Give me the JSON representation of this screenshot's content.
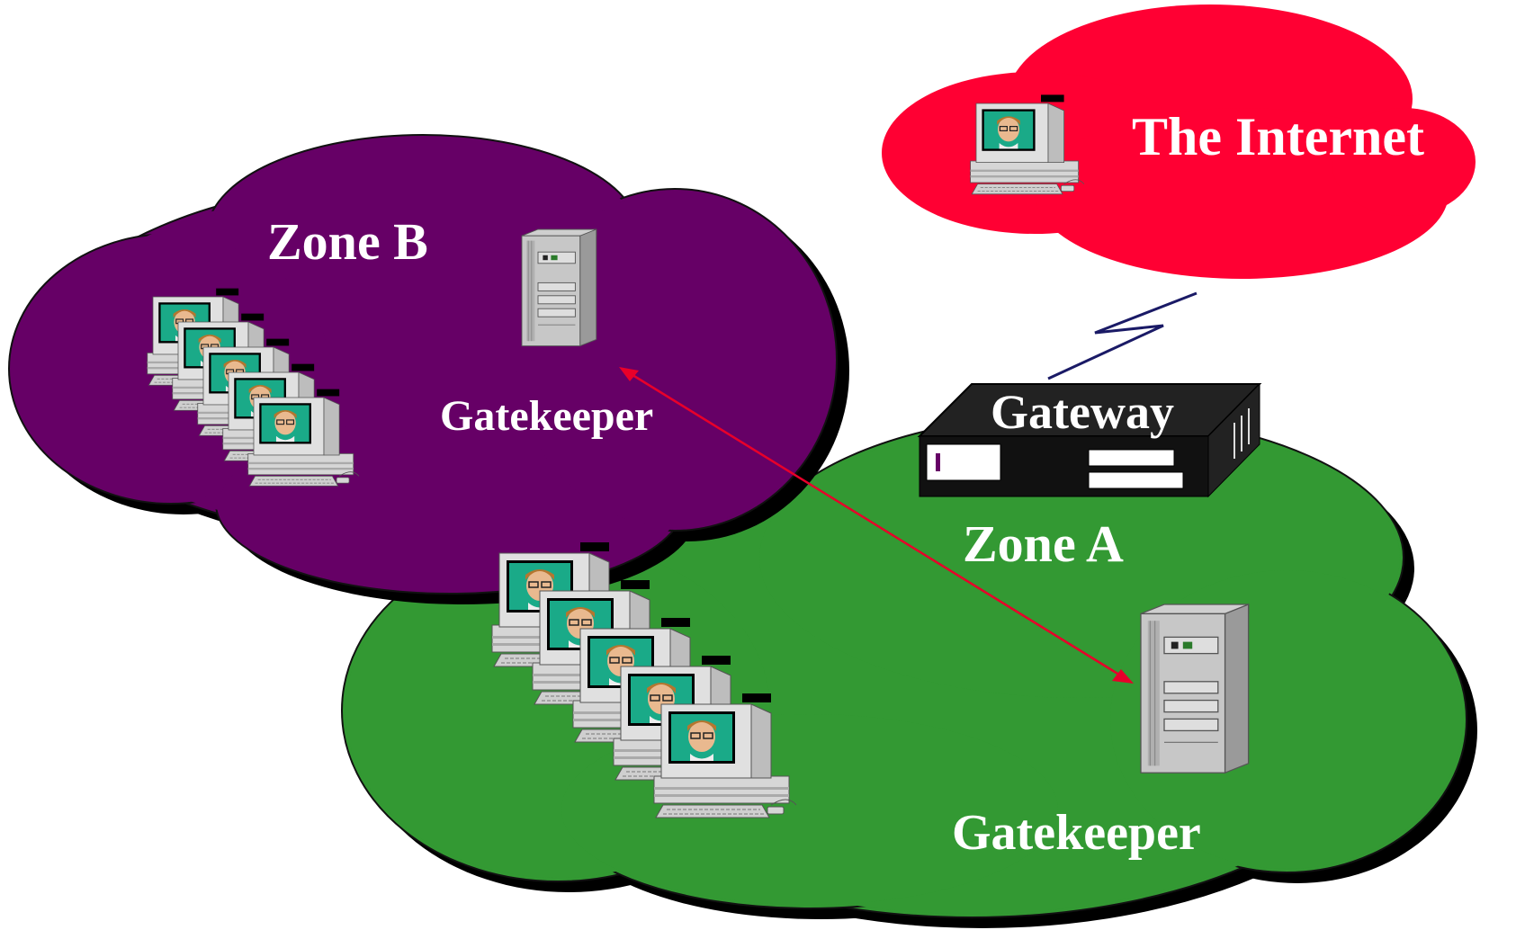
{
  "labels": {
    "internet": "The Internet",
    "zone_b": "Zone B",
    "zone_a": "Zone A",
    "gatekeeper_b": "Gatekeeper",
    "gatekeeper_a": "Gatekeeper",
    "gateway": "Gateway"
  },
  "colors": {
    "internet_cloud": "#ff0033",
    "zone_b_cloud": "#660066",
    "zone_a_cloud": "#339933",
    "cloud_shadow": "#000000",
    "label_text": "#ffffff",
    "gateway_box": "#222222",
    "gatekeeper_link": "#e8002a",
    "internet_link": "#1a1a66"
  },
  "icons": {
    "workstation": "workstation-icon",
    "server": "server-tower-icon",
    "gateway": "gateway-box-icon"
  },
  "zones": {
    "zone_b": {
      "workstation_count": 5
    },
    "zone_a": {
      "workstation_count": 5
    },
    "internet": {
      "workstation_count": 1
    }
  }
}
